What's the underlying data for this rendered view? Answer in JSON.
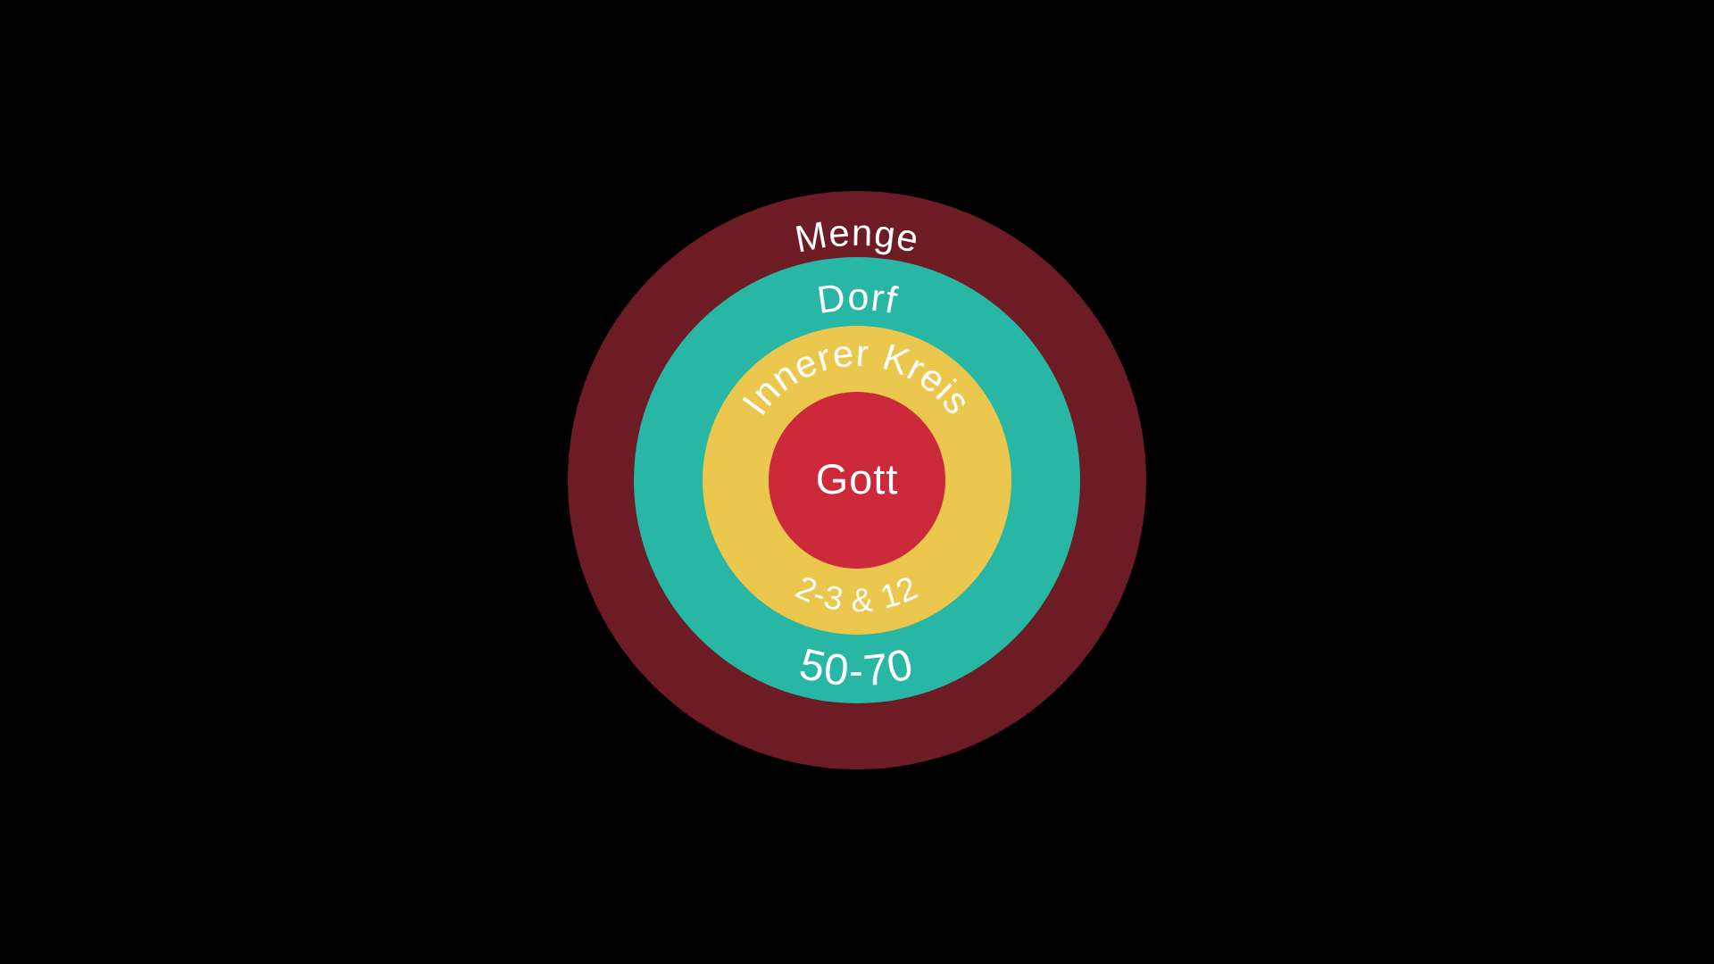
{
  "background": "#000000",
  "text_color": "#ffffff",
  "diagram": {
    "type": "concentric-circles",
    "center": {
      "label": "Gott",
      "color": "#cc2a3a"
    },
    "rings": [
      {
        "label": "Innerer Kreis",
        "value": "2-3 & 12",
        "color": "#ecc74d"
      },
      {
        "label": "Dorf",
        "value": "50-70",
        "color": "#28b6a5"
      },
      {
        "label": "Menge",
        "color": "#6d1c26"
      }
    ]
  }
}
